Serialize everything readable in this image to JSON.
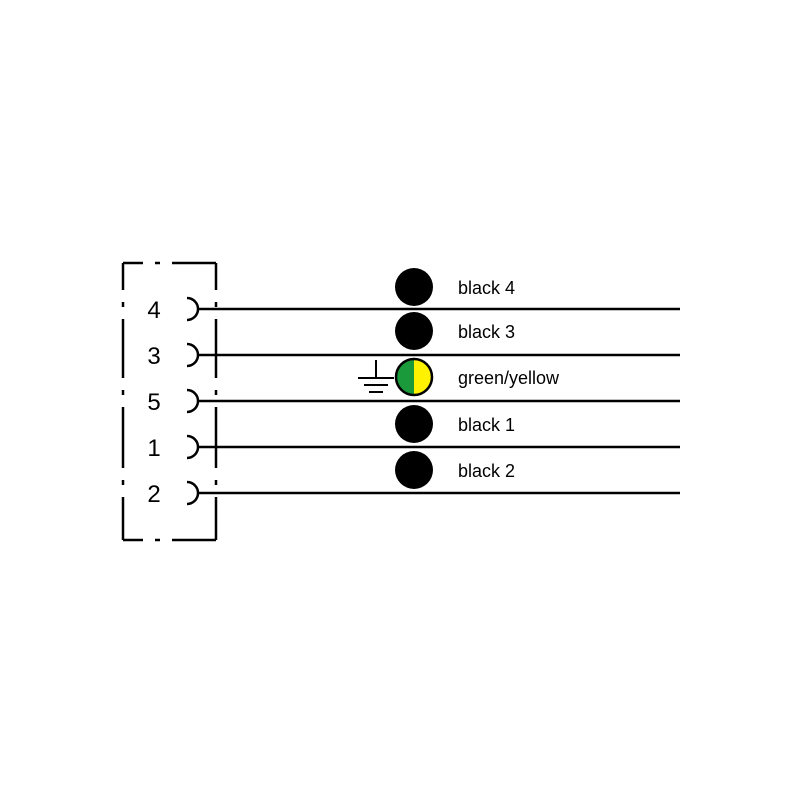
{
  "connector": {
    "pins": [
      {
        "pin": "4"
      },
      {
        "pin": "3"
      },
      {
        "pin": "5"
      },
      {
        "pin": "1"
      },
      {
        "pin": "2"
      }
    ]
  },
  "wires": [
    {
      "label": "black 4",
      "color": "#000000"
    },
    {
      "label": "black 3",
      "color": "#000000"
    },
    {
      "label": "green/yellow",
      "color_left": "#1a9a3a",
      "color_right": "#fff200",
      "earth": true
    },
    {
      "label": "black 1",
      "color": "#000000"
    },
    {
      "label": "black 2",
      "color": "#000000"
    }
  ],
  "colors": {
    "line": "#000000",
    "background": "#ffffff"
  }
}
